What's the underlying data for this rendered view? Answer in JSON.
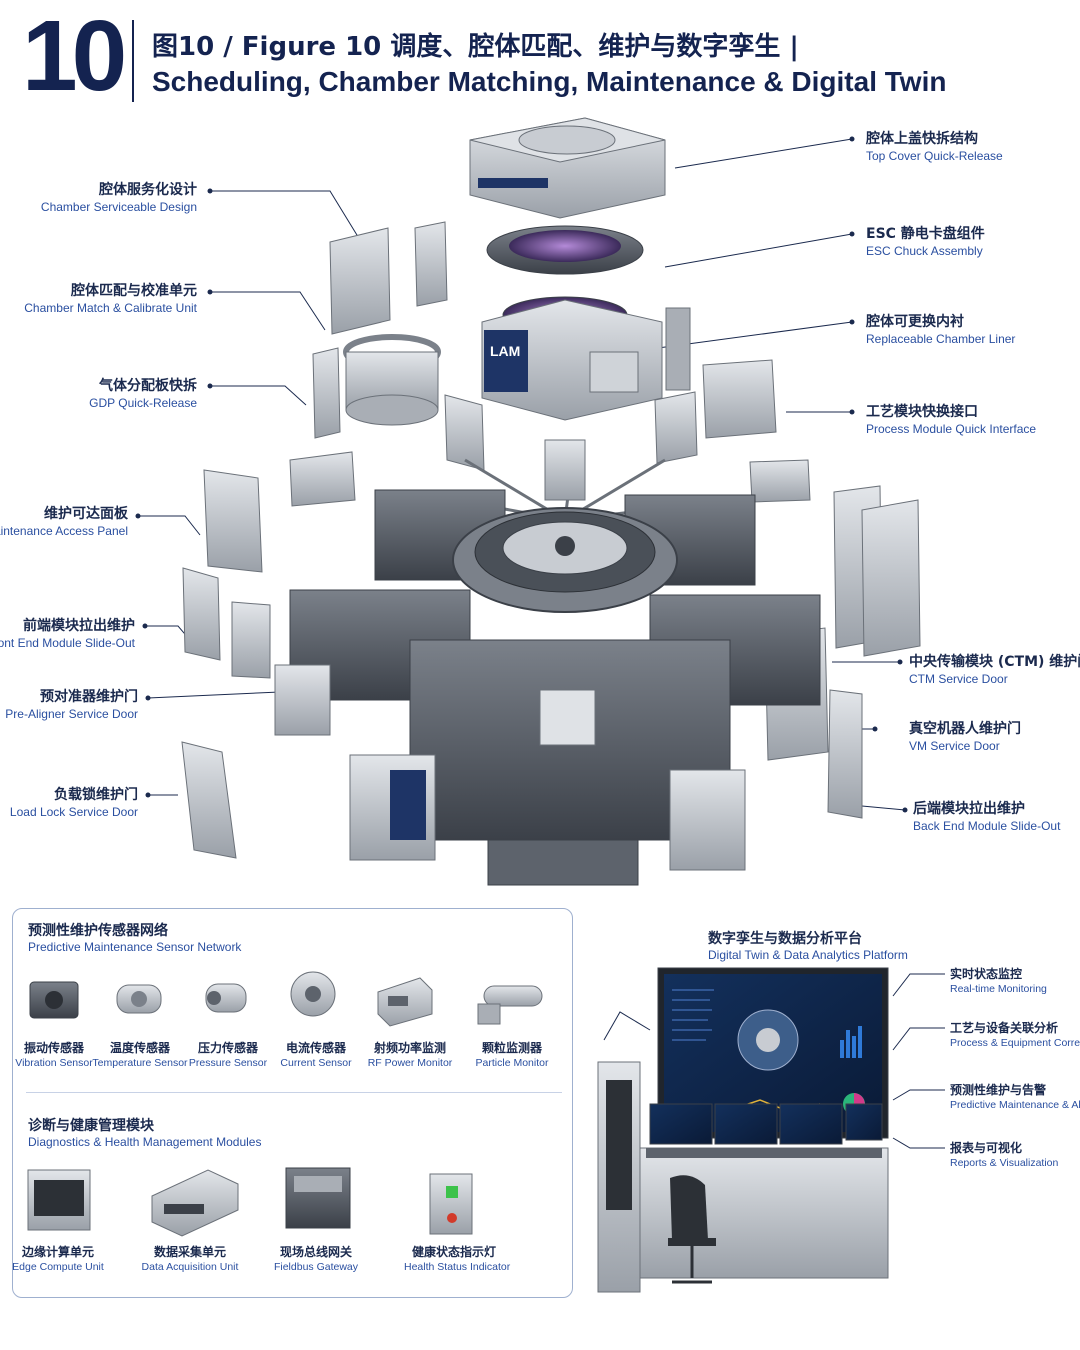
{
  "header": {
    "figure_number": "10",
    "title_cn": "图10 / Figure 10  调度、腔体匹配、维护与数字孪生 |",
    "title_en": "Scheduling, Chamber Matching, Maintenance & Digital Twin"
  },
  "brand_label": "LAM",
  "callouts_left": [
    {
      "cn": "腔体服务化设计",
      "en": "Chamber Serviceable Design"
    },
    {
      "cn": "腔体匹配与校准单元",
      "en": "Chamber Match & Calibrate Unit"
    },
    {
      "cn": "气体分配板快拆",
      "en": "GDP Quick-Release"
    },
    {
      "cn": "维护可达面板",
      "en": "Maintenance Access Panel"
    },
    {
      "cn": "前端模块拉出维护",
      "en": "Front End Module Slide-Out"
    },
    {
      "cn": "预对准器维护门",
      "en": "Pre-Aligner Service Door"
    },
    {
      "cn": "负载锁维护门",
      "en": "Load Lock Service Door"
    }
  ],
  "callouts_right": [
    {
      "cn": "腔体上盖快拆结构",
      "en": "Top Cover Quick-Release"
    },
    {
      "cn": "ESC 静电卡盘组件",
      "en": "ESC Chuck Assembly"
    },
    {
      "cn": "腔体可更换内衬",
      "en": "Replaceable Chamber Liner"
    },
    {
      "cn": "工艺模块快换接口",
      "en": "Process Module Quick Interface"
    },
    {
      "cn": "中央传输模块 (CTM) 维护门",
      "en": "CTM Service Door"
    },
    {
      "cn": "真空机器人维护门",
      "en": "VM Service Door"
    },
    {
      "cn": "后端模块拉出维护",
      "en": "Back End Module Slide-Out"
    }
  ],
  "sensor_network": {
    "title_cn": "预测性维护传感器网络",
    "title_en": "Predictive Maintenance Sensor Network",
    "items": [
      {
        "cn": "振动传感器",
        "en": "Vibration Sensor"
      },
      {
        "cn": "温度传感器",
        "en": "Temperature Sensor"
      },
      {
        "cn": "压力传感器",
        "en": "Pressure Sensor"
      },
      {
        "cn": "电流传感器",
        "en": "Current Sensor"
      },
      {
        "cn": "射频功率监测",
        "en": "RF Power Monitor"
      },
      {
        "cn": "颗粒监测器",
        "en": "Particle Monitor"
      }
    ]
  },
  "diagnostics": {
    "title_cn": "诊断与健康管理模块",
    "title_en": "Diagnostics & Health Management Modules",
    "items": [
      {
        "cn": "边缘计算单元",
        "en": "Edge Compute Unit"
      },
      {
        "cn": "数据采集单元",
        "en": "Data Acquisition Unit"
      },
      {
        "cn": "现场总线网关",
        "en": "Fieldbus Gateway"
      },
      {
        "cn": "健康状态指示灯",
        "en": "Health Status Indicator"
      }
    ]
  },
  "digital_twin": {
    "title_cn": "数字孪生与数据分析平台",
    "title_en": "Digital Twin & Data Analytics Platform",
    "items": [
      {
        "cn": "实时状态监控",
        "en": "Real-time Monitoring"
      },
      {
        "cn": "工艺与设备关联分析",
        "en": "Process & Equipment Correlation"
      },
      {
        "cn": "预测性维护与告警",
        "en": "Predictive Maintenance & Alerts"
      },
      {
        "cn": "报表与可视化",
        "en": "Reports & Visualization"
      }
    ]
  },
  "colors": {
    "navy": "#142350",
    "accent_blue": "#2a4fa0",
    "metal": "#b9bec6",
    "metal_dark": "#5d636c",
    "screen_bg": "#0d1f3c"
  }
}
